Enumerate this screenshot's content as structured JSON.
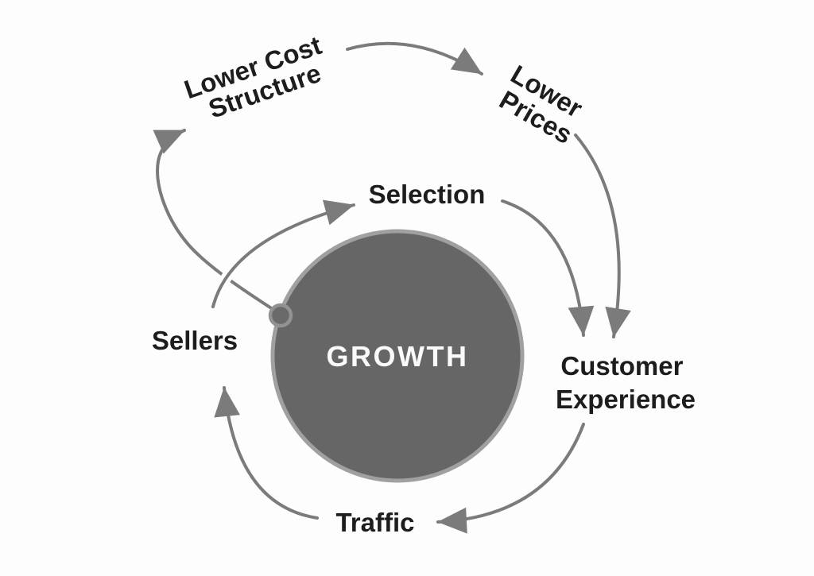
{
  "diagram": {
    "type": "flywheel-cycle-diagram",
    "center_label": "GROWTH",
    "labels": {
      "lower_cost_structure": {
        "line1": "Lower Cost",
        "line2": "Structure"
      },
      "lower_prices": {
        "line1": "Lower",
        "line2": "Prices"
      },
      "selection": "Selection",
      "sellers": "Sellers",
      "customer_experience": {
        "line1": "Customer",
        "line2": "Experience"
      },
      "traffic": "Traffic"
    },
    "arrows": [
      {
        "from": "Sellers",
        "to": "Selection",
        "loop": "inner"
      },
      {
        "from": "Selection",
        "to": "Customer Experience",
        "loop": "inner"
      },
      {
        "from": "Customer Experience",
        "to": "Traffic",
        "loop": "inner"
      },
      {
        "from": "Traffic",
        "to": "Sellers",
        "loop": "inner"
      },
      {
        "from": "Growth",
        "to": "Lower Cost Structure",
        "loop": "outer"
      },
      {
        "from": "Lower Cost Structure",
        "to": "Lower Prices",
        "loop": "outer"
      },
      {
        "from": "Lower Prices",
        "to": "Customer Experience",
        "loop": "outer"
      }
    ],
    "colors": {
      "background": "#fdfdfd",
      "arrow_gray": "#7b7b7b",
      "circle_fill": "#666666",
      "circle_border": "#a0a0a0",
      "hub_node_fill": "#6a6a6a",
      "hub_node_border": "#929292",
      "label_text": "#1d1d1d",
      "center_text": "#fafafa"
    }
  }
}
